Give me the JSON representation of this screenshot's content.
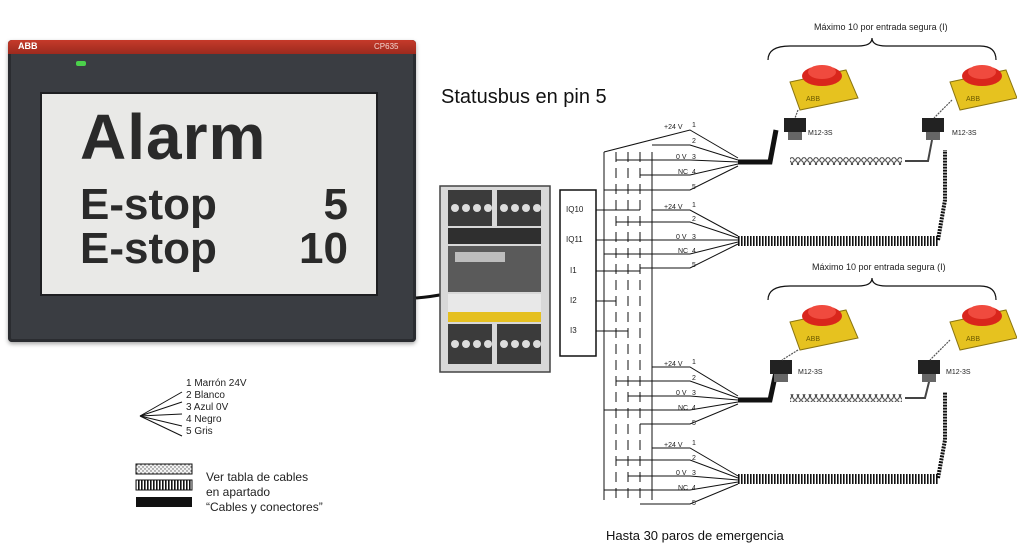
{
  "hmi": {
    "brand": "ABB",
    "model": "CP635",
    "screen": {
      "title": "Alarm",
      "rows": [
        {
          "label": "E-stop",
          "value": "5"
        },
        {
          "label": "E-stop",
          "value": "10"
        }
      ]
    }
  },
  "diagram": {
    "statusbus_title": "Statusbus en pin 5",
    "group_labels": [
      "Máximo 10 por entrada segura (I)",
      "Máximo 10 por entrada segura (I)"
    ],
    "io_terminals": [
      "IQ10",
      "IQ11",
      "I1",
      "I2",
      "I3"
    ],
    "connector_pins": [
      {
        "n": "1",
        "label": "+24 V"
      },
      {
        "n": "2",
        "label": ""
      },
      {
        "n": "3",
        "label": "0 V"
      },
      {
        "n": "4",
        "label": "NC"
      },
      {
        "n": "5",
        "label": ""
      }
    ],
    "connector_label": "M12-3S",
    "button_text": "ABB",
    "bottom_caption": "Hasta 30 paros de emergencia"
  },
  "legend": {
    "wires": [
      "1 Marrón 24V",
      "2 Blanco",
      "3 Azul 0V",
      "4 Negro",
      "5 Gris"
    ],
    "cable_lines": [
      "Ver tabla de cables",
      "en apartado",
      "“Cables y conectores”"
    ]
  },
  "colors": {
    "panel": "#3a3d42",
    "panel_top": "#c53a2a",
    "screen": "#e9e9e7",
    "button_body": "#e6c21f",
    "button_head": "#d9261c",
    "led": "#4bd14b"
  }
}
